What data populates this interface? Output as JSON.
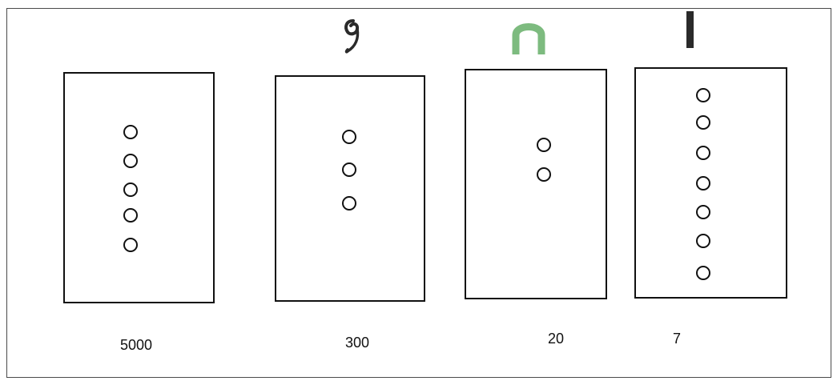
{
  "colors": {
    "stroke": "#111111",
    "hundreds_glyph": "#2a2a2a",
    "tens_glyph": "#7dbb7f",
    "ones_glyph": "#2a2a2a"
  },
  "columns": [
    {
      "place": "thousands",
      "glyph_icon": "none",
      "bead_count": 5,
      "value_label": "5000"
    },
    {
      "place": "hundreds",
      "glyph_icon": "coiled-rope-icon",
      "bead_count": 3,
      "value_label": "300"
    },
    {
      "place": "tens",
      "glyph_icon": "heel-bone-icon",
      "bead_count": 2,
      "value_label": "20"
    },
    {
      "place": "ones",
      "glyph_icon": "stroke-icon",
      "bead_count": 7,
      "value_label": "7"
    }
  ]
}
